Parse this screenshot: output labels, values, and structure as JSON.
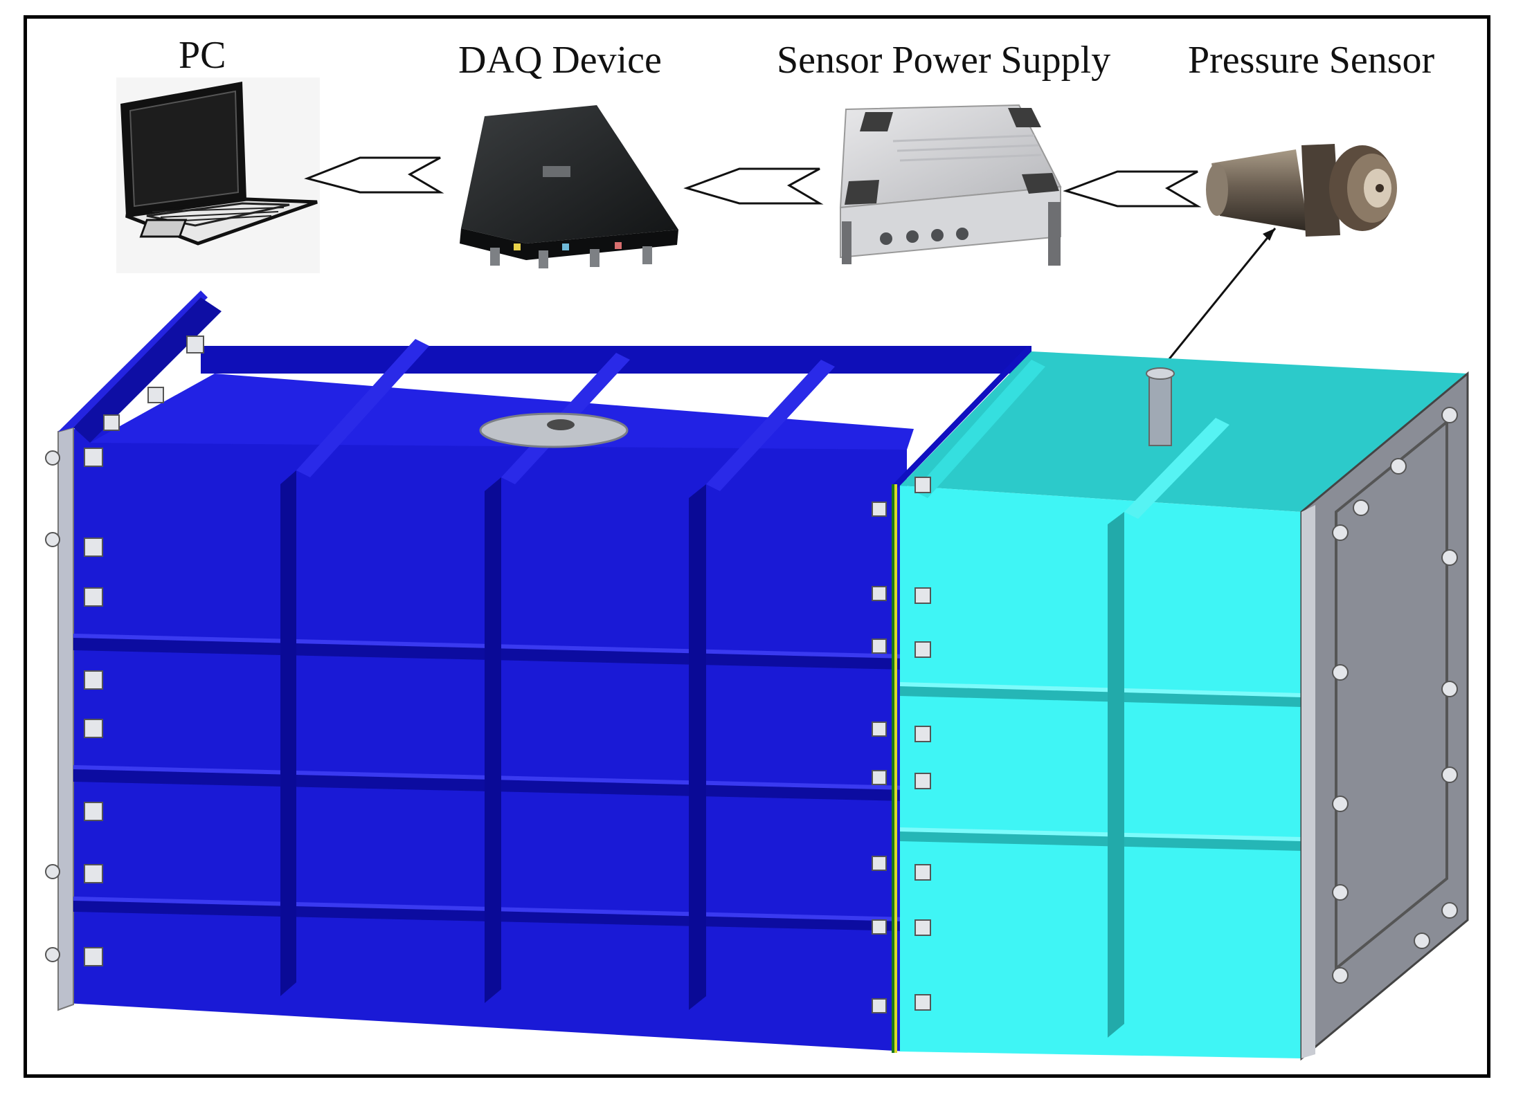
{
  "labels": {
    "pc": "PC",
    "daq": "DAQ Device",
    "power": "Sensor Power Supply",
    "sensor": "Pressure Sensor"
  },
  "colors": {
    "dark_box": "#1a1ad6",
    "dark_box_shade": "#0c0ca8",
    "light_box": "#3ff5f5",
    "light_box_shade": "#2ccaca",
    "end_plate": "#8a8d96",
    "frame": "#000000"
  },
  "icons": {
    "pc": "laptop-icon",
    "daq": "daq-device-icon",
    "power": "power-supply-icon",
    "sensor": "pressure-sensor-icon"
  }
}
